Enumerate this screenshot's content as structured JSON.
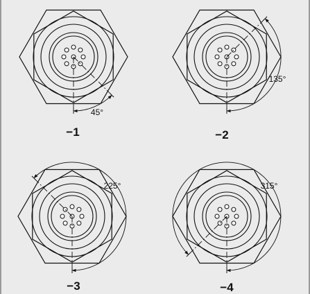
{
  "figure": {
    "background": "#ebebeb",
    "line_color": "#111111",
    "views": [
      {
        "id": "1",
        "label": "−1",
        "angle_text": "45°",
        "angle_deg": 45
      },
      {
        "id": "2",
        "label": "−2",
        "angle_text": "135°",
        "angle_deg": 135
      },
      {
        "id": "3",
        "label": "−3",
        "angle_text": "225°",
        "angle_deg": 225
      },
      {
        "id": "4",
        "label": "−4",
        "angle_text": "315°",
        "angle_deg": 315
      }
    ]
  }
}
